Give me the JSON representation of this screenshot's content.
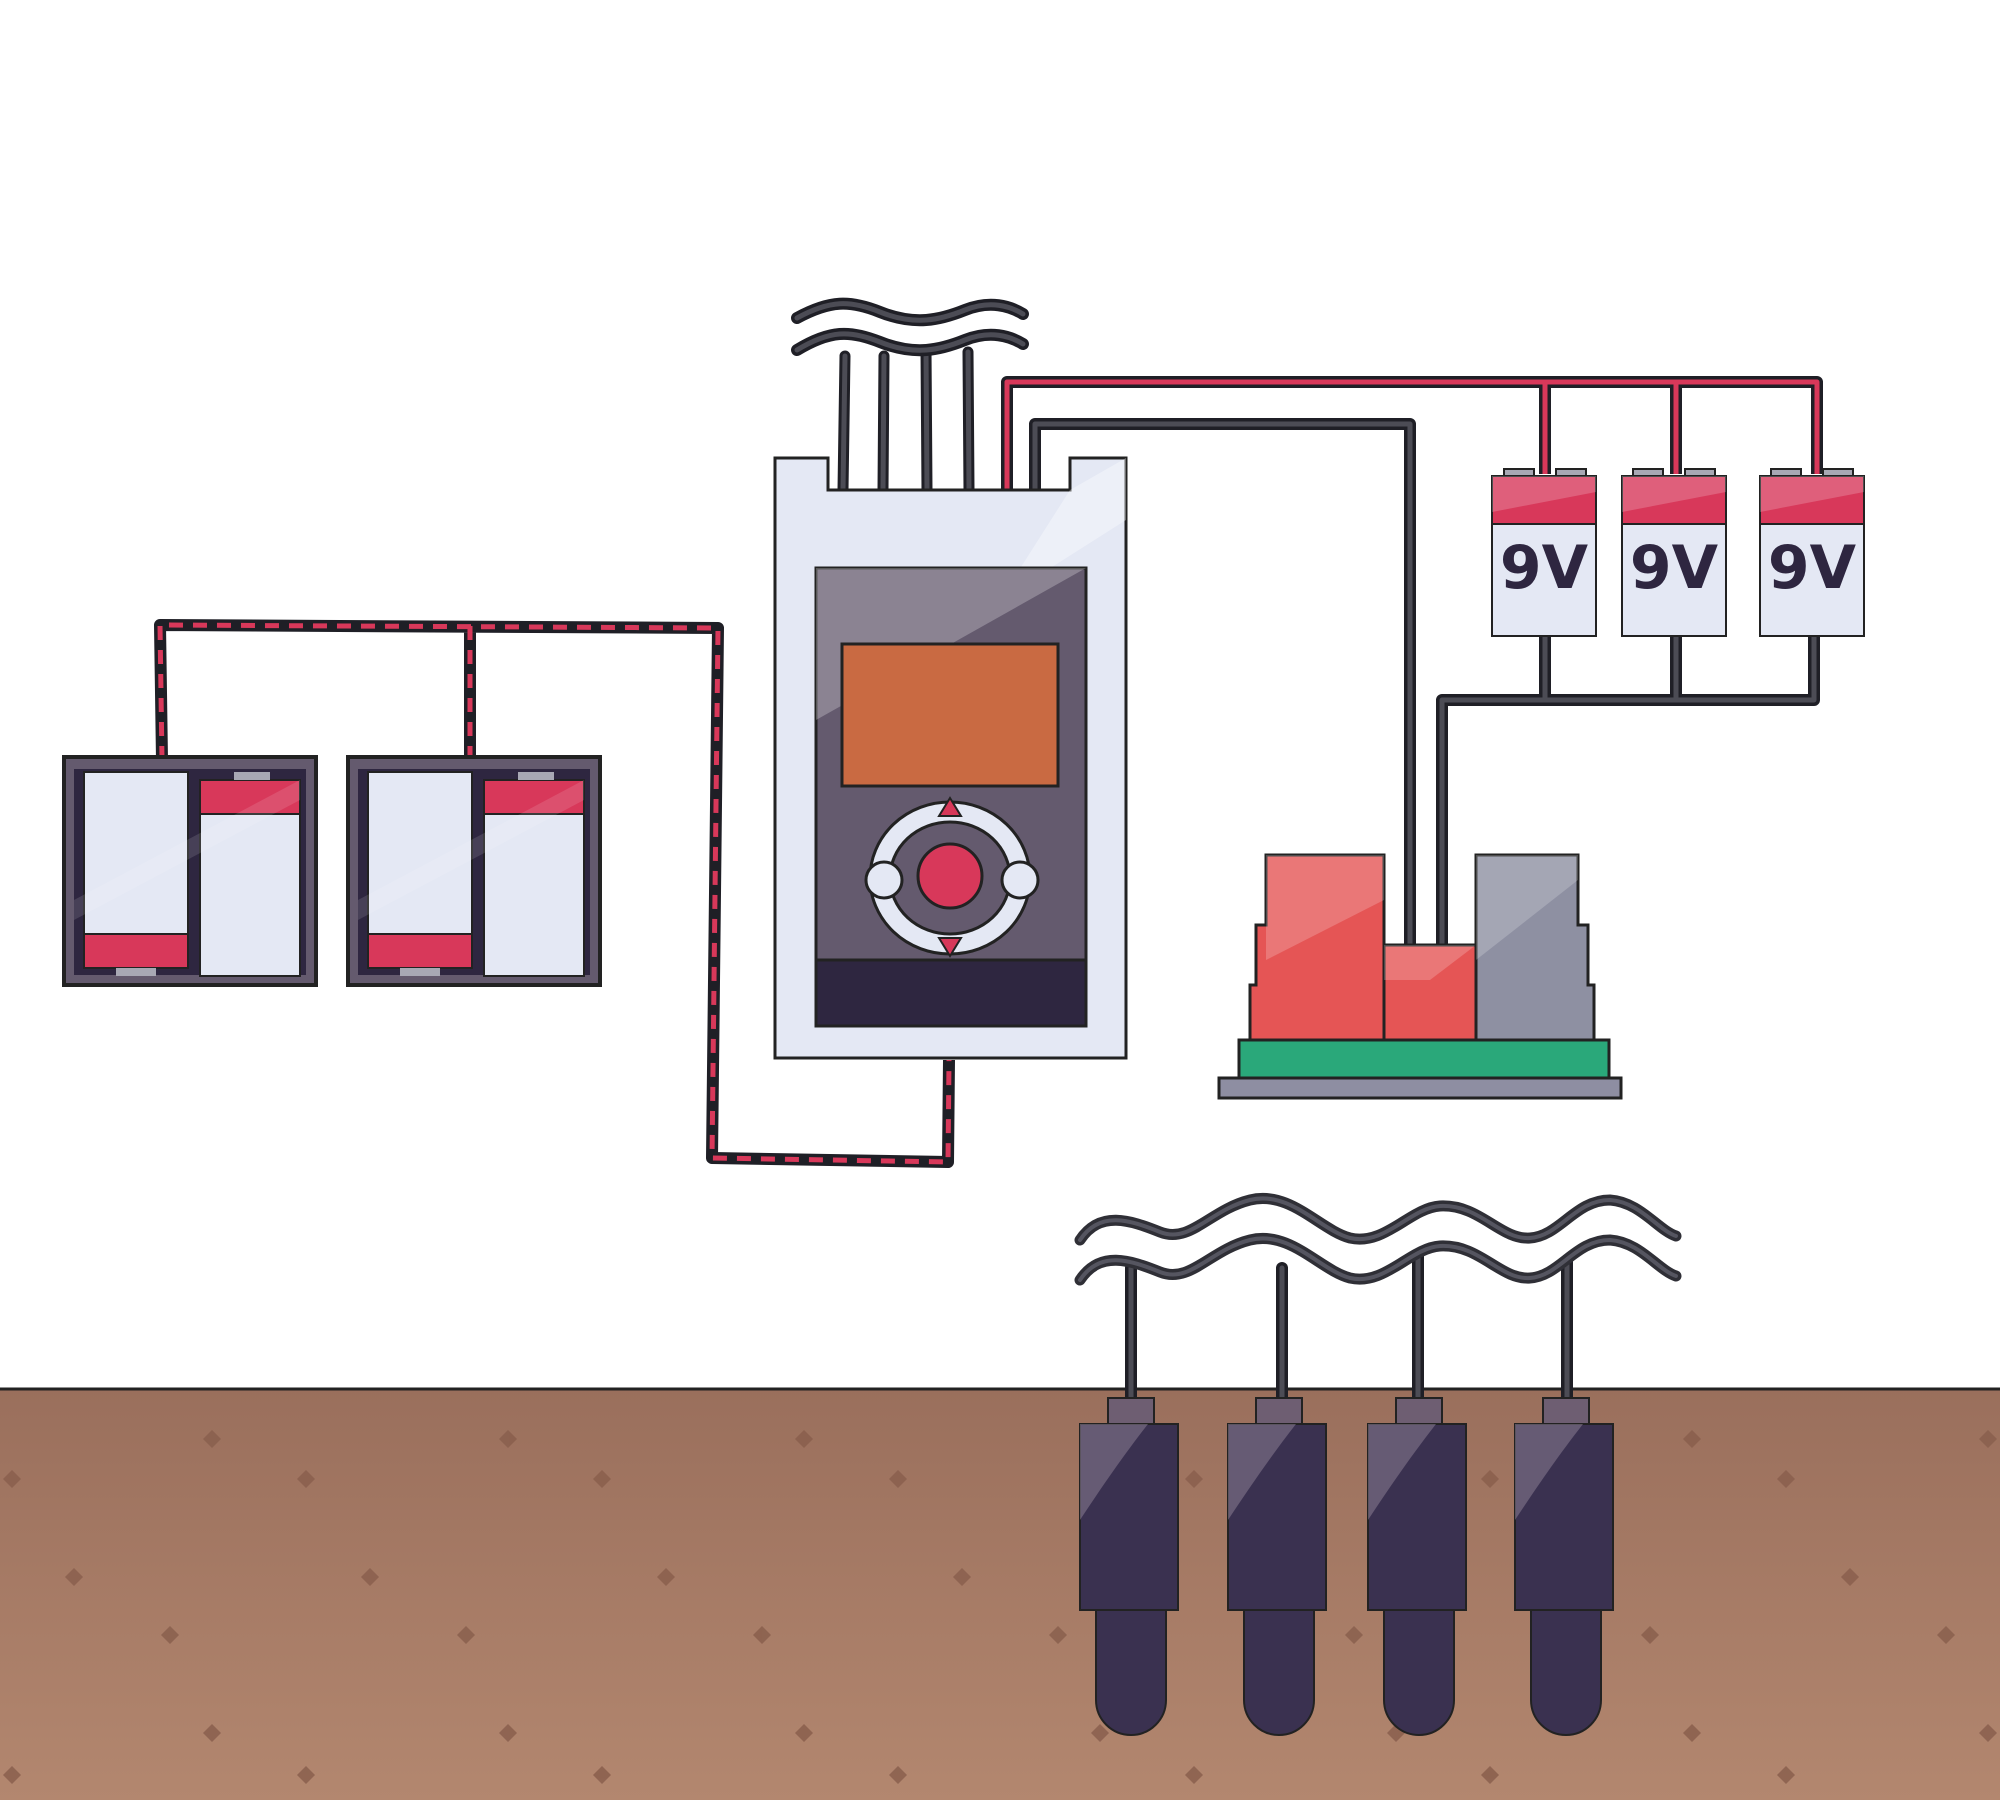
{
  "colors": {
    "background": "#ffffff",
    "soil_top": "#9a6f5c",
    "soil_bottom": "#b3876f",
    "soil_dots": "#8a5f4d",
    "wire_dark": "#2f2f36",
    "wire_red": "#d8385a",
    "controller_body": "#e4e8f4",
    "controller_panel": "#645a6e",
    "controller_screen": "#c96a42",
    "controller_base": "#2e2640",
    "controller_button": "#d8385a",
    "battery_white": "#e4e8f4",
    "battery_red": "#d8385a",
    "holder_dark": "#2e2640",
    "board_green": "#2aa87a",
    "board_gray": "#8e8ea2",
    "relay_red": "#e55555",
    "relay_gray": "#8e90a2",
    "sensor_dark": "#3a3150",
    "sensor_cap": "#6e5e72"
  },
  "batteries_9v": [
    {
      "label": "9V"
    },
    {
      "label": "9V"
    },
    {
      "label": "9V"
    }
  ],
  "icons": {
    "battery_holder": "battery-holder-icon",
    "controller": "controller-icon",
    "battery_9v": "battery-9v-icon",
    "relay_board": "relay-board-icon",
    "soil_sensor": "soil-sensor-icon",
    "cut_wire": "wire-break-icon"
  }
}
